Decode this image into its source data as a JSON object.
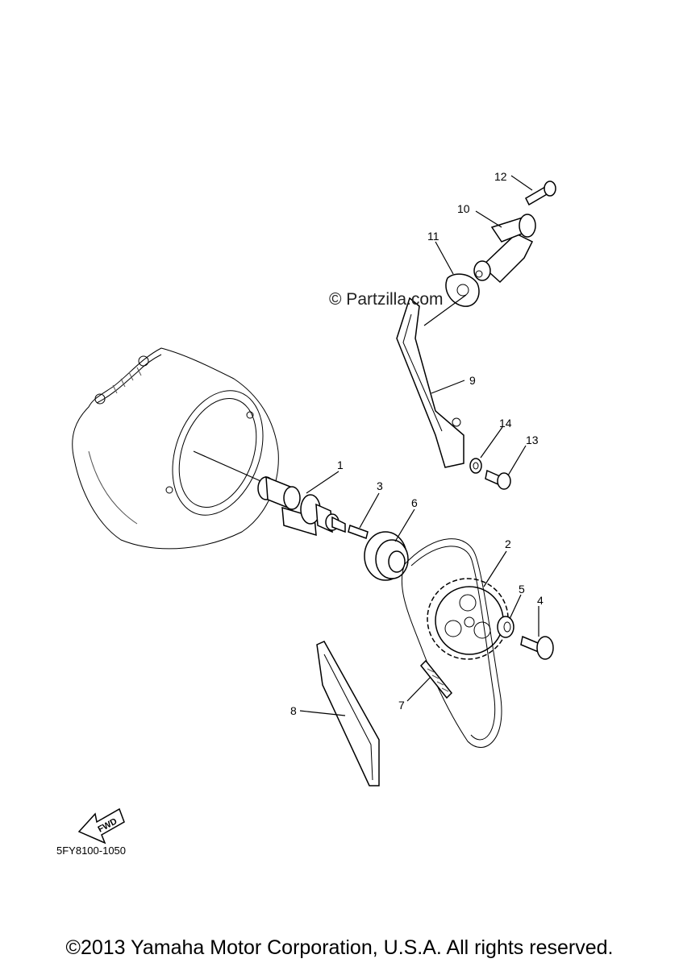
{
  "watermark": "© Partzilla.com",
  "diagram_code": "5FY8100-1050",
  "fwd_label": "FWD",
  "copyright": "©2013 Yamaha Motor Corporation, U.S.A. All rights reserved.",
  "callouts": {
    "p1": "1",
    "p2": "2",
    "p3": "3",
    "p4": "4",
    "p5": "5",
    "p6": "6",
    "p7": "7",
    "p8": "8",
    "p9": "9",
    "p10": "10",
    "p11": "11",
    "p12": "12",
    "p13": "13",
    "p14": "14"
  }
}
